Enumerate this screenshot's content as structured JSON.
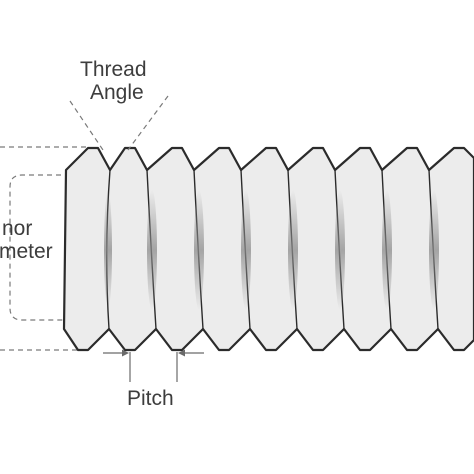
{
  "labels": {
    "thread_angle_line1": "Thread",
    "thread_angle_line2": "Angle",
    "minor_diameter_line1": "nor",
    "minor_diameter_line2": "meter",
    "pitch": "Pitch"
  },
  "colors": {
    "body_fill": "#ececec",
    "outline": "#2b2b2b",
    "dimension_line": "#7a7a7a",
    "text": "#3d3d3d",
    "shade": "#8c8c8c"
  }
}
